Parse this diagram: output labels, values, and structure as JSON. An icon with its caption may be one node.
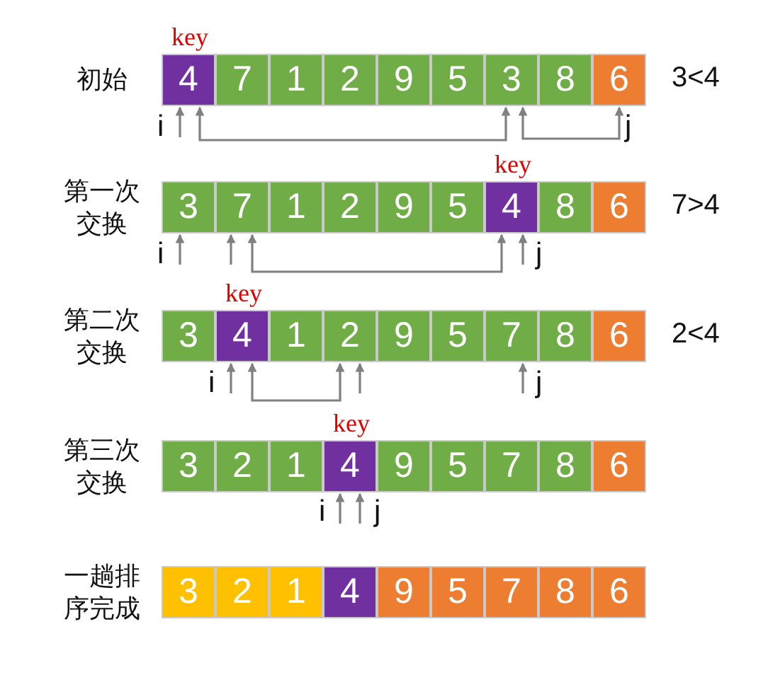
{
  "diagram": {
    "nodes": [
      {
        "text": [
          "4"
        ],
        "beside": [
          "key"
        ]
      },
      {
        "text": [
          "7"
        ]
      },
      {
        "text": [
          "1"
        ]
      },
      {
        "text": [
          "2"
        ]
      },
      {
        "text": [
          "9"
        ]
      },
      {
        "text": [
          "5"
        ]
      },
      {
        "text": [
          "3"
        ]
      },
      {
        "text": [
          "8"
        ]
      },
      {
        "text": [
          "6"
        ]
      },
      {
        "text": [
          "3"
        ]
      },
      {
        "text": [
          "7"
        ]
      },
      {
        "text": [
          "1"
        ]
      },
      {
        "text": [
          "2"
        ]
      },
      {
        "text": [
          "9"
        ]
      },
      {
        "text": [
          "5"
        ]
      },
      {
        "text": [
          "4"
        ],
        "beside": [
          "key"
        ]
      },
      {
        "text": [
          "8"
        ]
      },
      {
        "text": [
          "6"
        ]
      },
      {
        "text": [
          "3"
        ]
      },
      {
        "text": [
          "4"
        ],
        "beside": [
          "key"
        ]
      },
      {
        "text": [
          "1"
        ]
      },
      {
        "text": [
          "2"
        ]
      },
      {
        "text": [
          "9"
        ]
      },
      {
        "text": [
          "5"
        ]
      },
      {
        "text": [
          "7"
        ]
      },
      {
        "text": [
          "8"
        ]
      },
      {
        "text": [
          "6"
        ]
      },
      {
        "text": [
          "3"
        ]
      },
      {
        "text": [
          "2"
        ]
      },
      {
        "text": [
          "1"
        ]
      },
      {
        "text": [
          "4"
        ],
        "beside": [
          "key"
        ]
      },
      {
        "text": [
          "9"
        ]
      },
      {
        "text": [
          "5"
        ]
      },
      {
        "text": [
          "7"
        ]
      },
      {
        "text": [
          "8"
        ]
      },
      {
        "text": [
          "6"
        ]
      },
      {
        "text": [
          "3"
        ]
      },
      {
        "text": [
          "2"
        ]
      },
      {
        "text": [
          "1"
        ]
      },
      {
        "text": [
          "4"
        ]
      },
      {
        "text": [
          "9"
        ]
      },
      {
        "text": [
          "5"
        ]
      },
      {
        "text": [
          "7"
        ]
      },
      {
        "text": [
          "8"
        ]
      },
      {
        "text": [
          "6"
        ]
      }
    ],
    "edges": [
      {
        "from": null,
        "to": 0,
        "arrow": "to"
      },
      {
        "from": 0,
        "to": 6,
        "arrow": "both"
      },
      {
        "from": 8,
        "to": 7,
        "arrow": "both"
      },
      {
        "from": null,
        "to": 9,
        "arrow": "to"
      },
      {
        "from": null,
        "to": 10,
        "arrow": "to"
      },
      {
        "from": 10,
        "to": 15,
        "arrow": "both"
      },
      {
        "from": null,
        "to": 15,
        "arrow": "to"
      },
      {
        "from": null,
        "to": 19,
        "arrow": "to"
      },
      {
        "from": 19,
        "to": 21,
        "arrow": "both"
      },
      {
        "from": null,
        "to": 21,
        "arrow": "to"
      },
      {
        "from": null,
        "to": 24,
        "arrow": "to"
      },
      {
        "from": null,
        "to": 30,
        "arrow": "to"
      },
      {
        "from": null,
        "to": 30,
        "arrow": "to"
      }
    ],
    "labels": [
      "初始",
      "3<4",
      "i",
      "j",
      "第一次交换",
      "7>4",
      "i",
      "j",
      "第二次交换",
      "2<4",
      "i",
      "j",
      "第三次交换",
      "i",
      "j",
      "一趟排序完成"
    ]
  }
}
